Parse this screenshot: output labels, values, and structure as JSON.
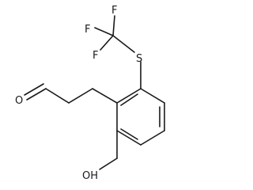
{
  "molecule": {
    "atoms": {
      "f_top": "F",
      "f_left": "F",
      "f_bottom": "F",
      "sulfur": "S",
      "oxygen_carbonyl": "O",
      "hydroxyl": "OH"
    }
  }
}
